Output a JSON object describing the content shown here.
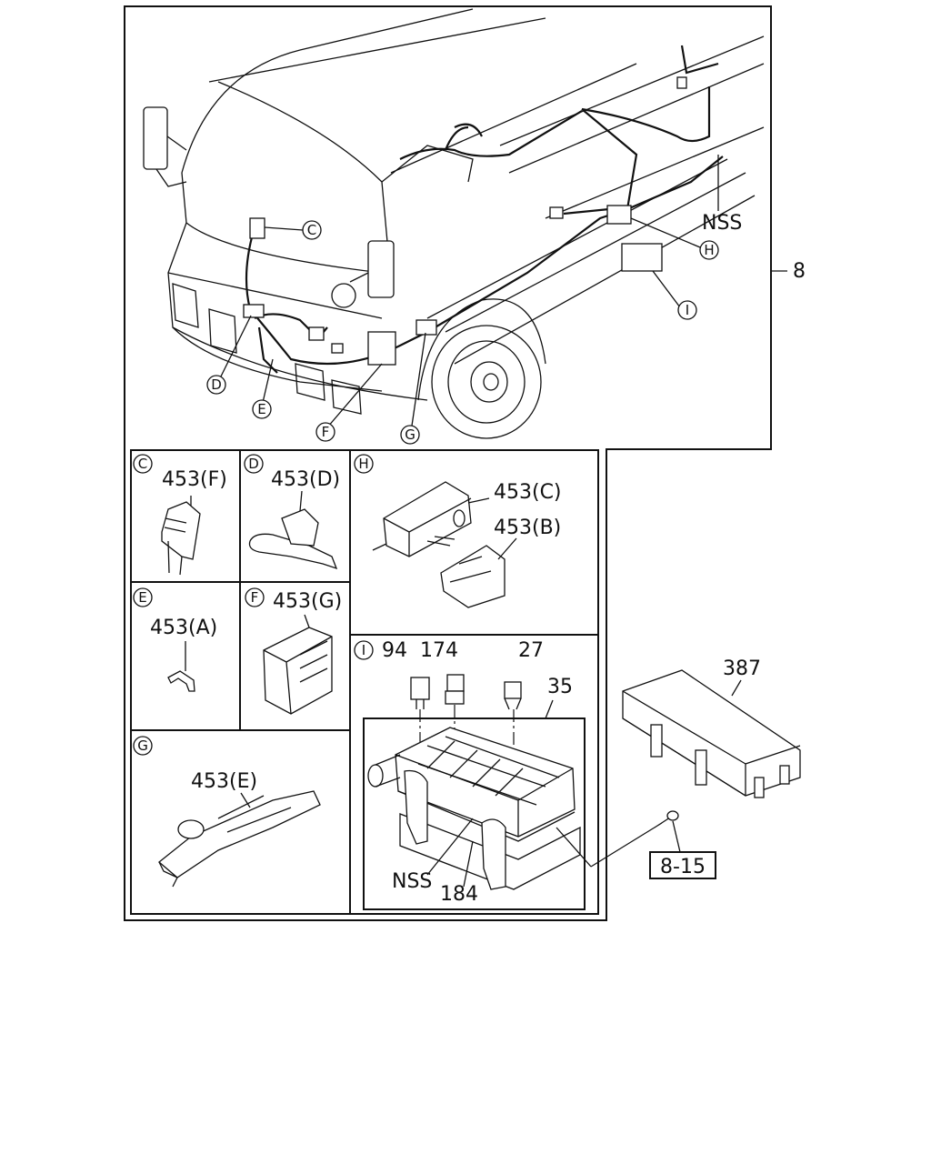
{
  "main_view": {
    "callouts": {
      "c": "C",
      "d": "D",
      "e": "E",
      "f": "F",
      "g": "G",
      "h": "H",
      "i": "I"
    },
    "nss_label": "NSS",
    "assembly_ref": "8"
  },
  "detail_c": {
    "letter": "C",
    "part": "453(F)"
  },
  "detail_d": {
    "letter": "D",
    "part": "453(D)"
  },
  "detail_h": {
    "letter": "H",
    "part_upper": "453(C)",
    "part_lower": "453(B)"
  },
  "detail_e": {
    "letter": "E",
    "part": "453(A)"
  },
  "detail_f": {
    "letter": "F",
    "part": "453(G)"
  },
  "detail_g": {
    "letter": "G",
    "part": "453(E)"
  },
  "detail_i": {
    "letter": "I",
    "relay_94": "94",
    "relay_174": "174",
    "fuse_27": "27",
    "box_35": "35",
    "nss_label": "NSS",
    "bracket_184": "184"
  },
  "cover": {
    "part": "387"
  },
  "bolt_ref": {
    "label": "8-15"
  }
}
